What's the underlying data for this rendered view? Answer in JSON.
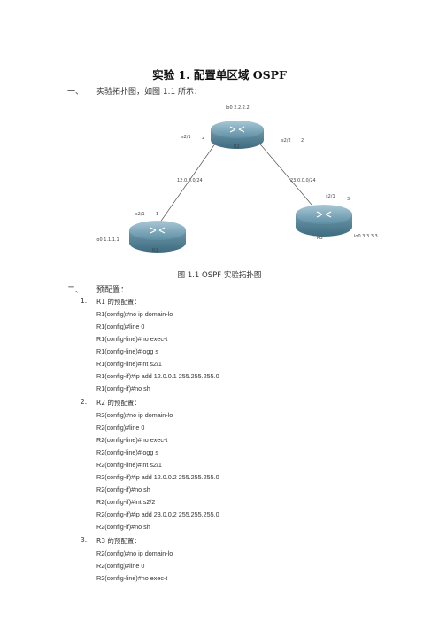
{
  "title": "实验 1. 配置单区域 OSPF",
  "section1": {
    "num": "一、",
    "text": "实验拓扑图，如图 1.1 所示："
  },
  "diagram": {
    "r2_name": "R2",
    "r2_loopback": "lo0 2.2.2.2",
    "r2_left_if": "s2/1",
    "r2_left_ip": "2",
    "r2_right_if": "s2/2",
    "r2_right_ip": "2",
    "link1_net": "12.0.0.0/24",
    "link2_net": "23.0.0.0/24",
    "r1_name": "R1",
    "r1_if": "s2/1",
    "r1_ip": "1",
    "r1_loopback": "lo0 1.1.1.1",
    "r3_name": "R3",
    "r3_if": "s2/1",
    "r3_ip": "3",
    "r3_loopback": "lo0 3.3.3.3"
  },
  "caption": "图 1.1 OSPF 实验拓扑图",
  "section2": {
    "num": "二、",
    "text": "预配置："
  },
  "steps": [
    {
      "num": "1.",
      "title": "R1 的预配置：",
      "commands": [
        "R1(config)#no ip domain-lo",
        "R1(config)#line 0",
        "R1(config-line)#no exec-t",
        "R1(config-line)#logg s",
        "R1(config-line)#int s2/1",
        "R1(config-if)#ip add 12.0.0.1 255.255.255.0",
        "R1(config-if)#no sh"
      ]
    },
    {
      "num": "2.",
      "title": "R2 的预配置：",
      "commands": [
        "R2(config)#no ip domain-lo",
        "R2(config)#line 0",
        "R2(config-line)#no exec-t",
        "R2(config-line)#logg s",
        "R2(config-line)#int s2/1",
        "R2(config-if)#ip add 12.0.0.2 255.255.255.0",
        "R2(config-if)#no sh",
        "R2(config-if)#int s2/2",
        "R2(config-if)#ip add 23.0.0.2 255.255.255.0",
        "R2(config-if)#no sh"
      ]
    },
    {
      "num": "3.",
      "title": "R3 的预配置：",
      "commands": [
        "R2(config)#no ip domain-lo",
        "R2(config)#line 0",
        "R2(config-line)#no exec-t"
      ]
    }
  ]
}
